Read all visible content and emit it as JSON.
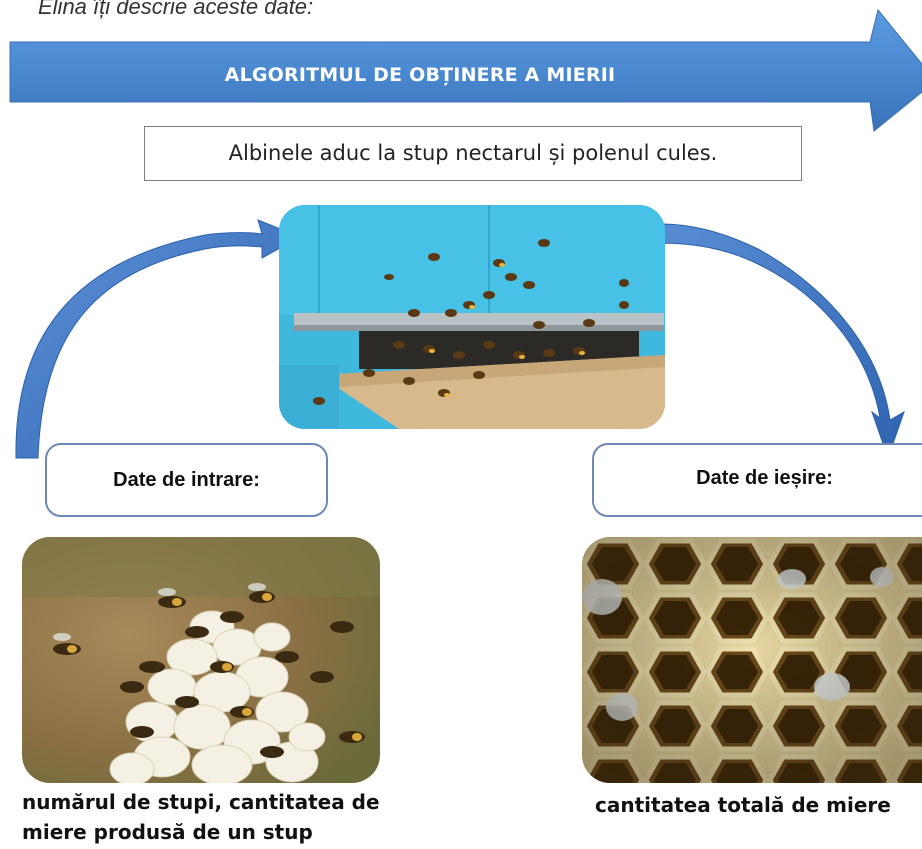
{
  "intro_text": "Elina îți descrie aceste date:",
  "banner": {
    "title": "ALGORITMUL DE OBȚINERE A MIERII",
    "color": "#4a89d0"
  },
  "caption": "Albinele aduc la stup nectarul și polenul cules.",
  "input": {
    "label": "Date de intrare:",
    "description": "numărul de stupi, cantitatea de miere produsă de un stup"
  },
  "output": {
    "label": "Date de ieșire:",
    "description": "cantitatea totală de miere"
  },
  "images": {
    "hive": "bees-at-hive-entrance-photo",
    "flower": "bees-on-white-flower-photo",
    "comb": "honeycomb-photo"
  },
  "arrow_color": "#3f74c0"
}
